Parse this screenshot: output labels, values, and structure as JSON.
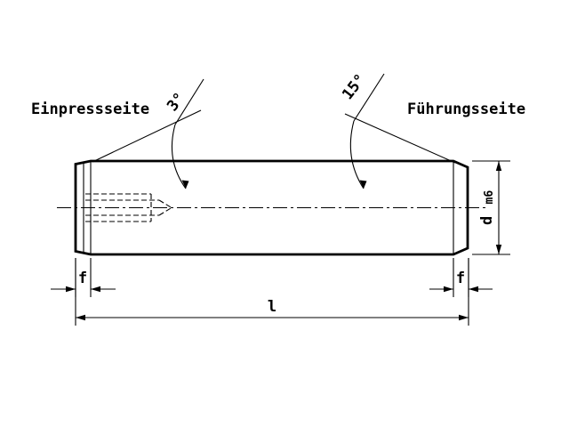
{
  "labels": {
    "press_side": "Einpressseite",
    "guide_side": "Führungsseite"
  },
  "angles": {
    "press_angle": "3°",
    "guide_angle": "15°"
  },
  "dimensions": {
    "chamfer_left": "f",
    "chamfer_right": "f",
    "length": "l",
    "diameter": "d",
    "diameter_tolerance": "m6"
  },
  "colors": {
    "line": "#000000",
    "background": "#ffffff"
  }
}
